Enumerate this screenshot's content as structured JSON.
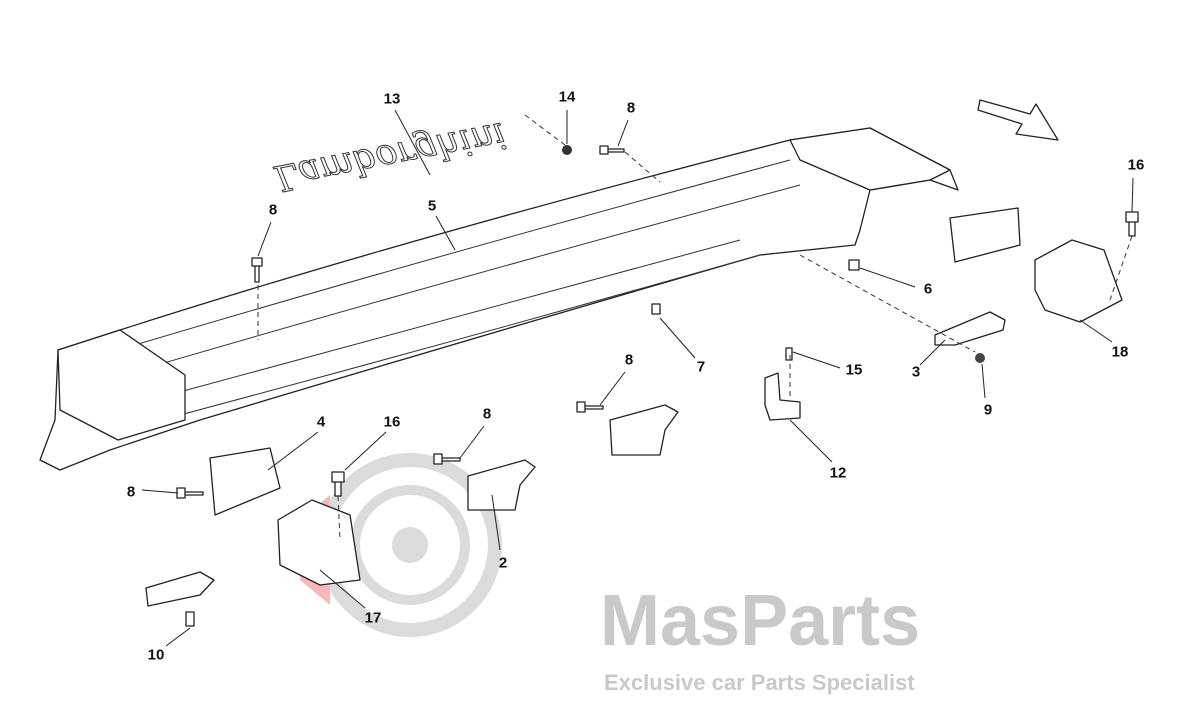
{
  "diagram": {
    "emblem_text": "Lamborghini",
    "callouts": [
      {
        "id": "c13",
        "label": "13"
      },
      {
        "id": "c14",
        "label": "14"
      },
      {
        "id": "c8a",
        "label": "8"
      },
      {
        "id": "c5",
        "label": "5"
      },
      {
        "id": "c8b",
        "label": "8"
      },
      {
        "id": "c16a",
        "label": "16"
      },
      {
        "id": "c6",
        "label": "6"
      },
      {
        "id": "c7",
        "label": "7"
      },
      {
        "id": "c8c",
        "label": "8"
      },
      {
        "id": "c15",
        "label": "15"
      },
      {
        "id": "c3",
        "label": "3"
      },
      {
        "id": "c9",
        "label": "9"
      },
      {
        "id": "c18",
        "label": "18"
      },
      {
        "id": "c4",
        "label": "4"
      },
      {
        "id": "c16b",
        "label": "16"
      },
      {
        "id": "c8d",
        "label": "8"
      },
      {
        "id": "c8e",
        "label": "8"
      },
      {
        "id": "c12",
        "label": "12"
      },
      {
        "id": "c2",
        "label": "2"
      },
      {
        "id": "c17",
        "label": "17"
      },
      {
        "id": "c10",
        "label": "10"
      }
    ]
  },
  "watermark": {
    "brand": "MasParts",
    "tagline": "Exclusive car Parts Specialist"
  }
}
